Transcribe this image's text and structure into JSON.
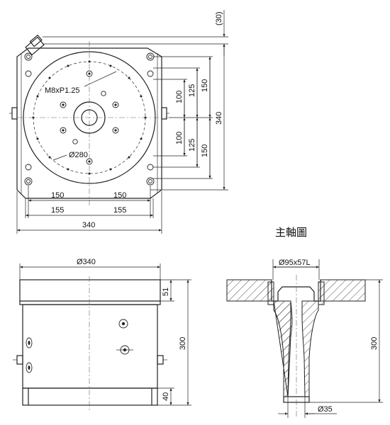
{
  "top_view": {
    "dim_top": "(30)",
    "thread_label": "M8xP1.25",
    "bolt_circle_label": "Ø280",
    "right_dims": {
      "inner_upper": "100",
      "mid_upper": "125",
      "outer_upper": "150",
      "inner_lower": "100",
      "mid_lower": "125",
      "outer_lower": "150",
      "total": "340"
    },
    "bottom_dims": {
      "row1_left": "150",
      "row1_right": "150",
      "row2_left": "155",
      "row2_right": "155",
      "total": "340"
    }
  },
  "side_view": {
    "diameter": "Ø340",
    "top_height": "51",
    "total_height": "300",
    "base_height": "40"
  },
  "spindle_view": {
    "title": "主軸圖",
    "bore_label": "Ø95x57L",
    "height": "300",
    "bottom_diameter": "Ø35"
  }
}
